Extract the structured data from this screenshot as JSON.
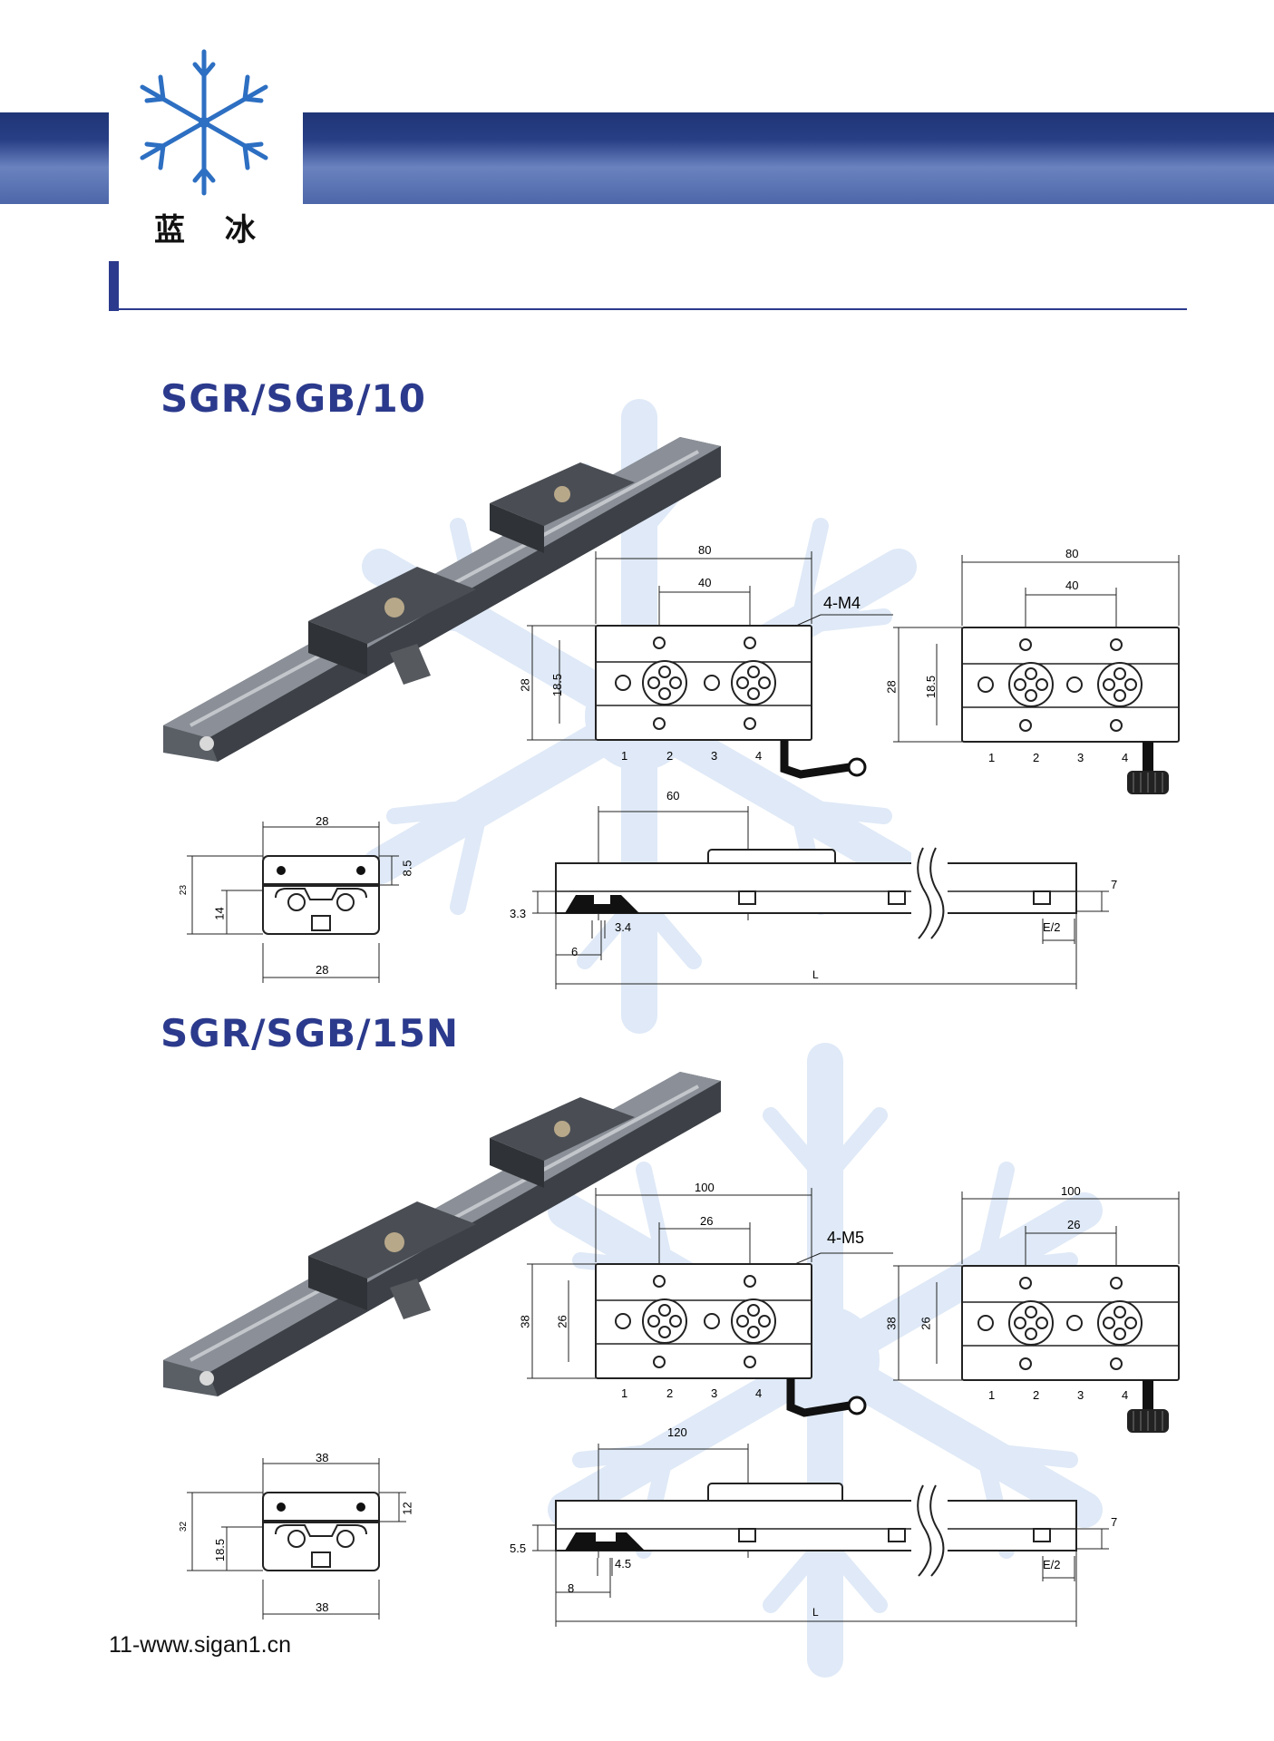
{
  "brand": {
    "name": "蓝 冰"
  },
  "products": [
    {
      "title": "SGR/SGB/10",
      "top_view_left": {
        "overall": "80",
        "hole_pitch": "40",
        "hole_note": "4-M4",
        "height": "28",
        "hole_span": "18.5",
        "positions": [
          "1",
          "2",
          "3",
          "4"
        ]
      },
      "top_view_right": {
        "overall": "80",
        "hole_pitch": "40",
        "height": "28",
        "hole_span": "18.5",
        "positions": [
          "1",
          "2",
          "3",
          "4"
        ]
      },
      "section_view": {
        "top_width": "28",
        "bottom_width": "28",
        "total_height": "23",
        "rail_height": "14",
        "carriage_height": "8.5"
      },
      "side_view": {
        "block_length": "60",
        "end_offset": "3.3",
        "hole_dia": "3.4",
        "end_distance": "6",
        "groove_depth": "7",
        "pitch_half": "E/2",
        "length": "L"
      }
    },
    {
      "title": "SGR/SGB/15N",
      "top_view_left": {
        "overall": "100",
        "hole_pitch": "26",
        "hole_note": "4-M5",
        "height": "38",
        "hole_span": "26",
        "positions": [
          "1",
          "2",
          "3",
          "4"
        ]
      },
      "top_view_right": {
        "overall": "100",
        "hole_pitch": "26",
        "height": "38",
        "hole_span": "26",
        "positions": [
          "1",
          "2",
          "3",
          "4"
        ]
      },
      "section_view": {
        "top_width": "38",
        "bottom_width": "38",
        "total_height": "32",
        "rail_height": "18.5",
        "carriage_height": "12"
      },
      "side_view": {
        "block_length": "120",
        "end_offset": "5.5",
        "hole_dia": "4.5",
        "end_distance": "8",
        "groove_depth": "7",
        "pitch_half": "E/2",
        "length": "L"
      }
    }
  ],
  "footer": {
    "url": "11-www.sigan1.cn"
  },
  "colors": {
    "brand_blue": "#2b3a8c",
    "header_dark": "#1f3576",
    "header_light": "#6a83bf",
    "logo_blue": "#2d6fc2",
    "watermark": "#dde8f7"
  }
}
